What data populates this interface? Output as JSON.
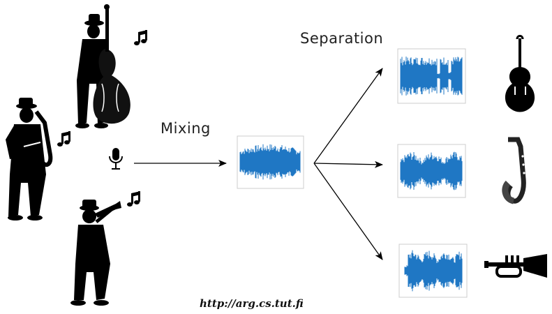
{
  "labels": {
    "mixing": "Mixing",
    "separation": "Separation",
    "url": "http://arg.cs.tut.fi"
  },
  "colors": {
    "waveform": "#1f77c4",
    "ink": "#000000",
    "frame": "#cccccc"
  },
  "musicians": [
    {
      "name": "bassist",
      "icon": "double-bass-player-icon"
    },
    {
      "name": "saxophonist",
      "icon": "saxophone-player-icon"
    },
    {
      "name": "trumpeter",
      "icon": "trumpet-player-icon"
    }
  ],
  "separated_sources": [
    {
      "name": "double bass",
      "icon": "double-bass-icon"
    },
    {
      "name": "saxophone",
      "icon": "saxophone-icon"
    },
    {
      "name": "trumpet",
      "icon": "trumpet-icon"
    }
  ]
}
